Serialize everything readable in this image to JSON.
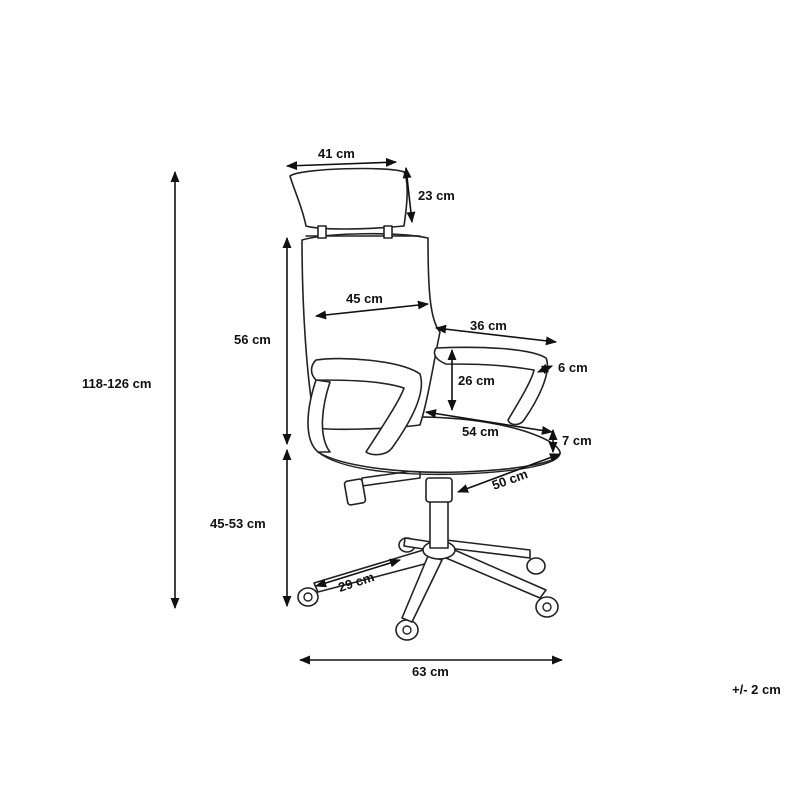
{
  "dimensions": {
    "headrest_width": "41 cm",
    "headrest_height": "23 cm",
    "total_height": "118-126 cm",
    "back_height": "56 cm",
    "back_width": "45 cm",
    "armrest_length": "36 cm",
    "armrest_height": "26 cm",
    "armrest_width": "6 cm",
    "seat_width": "54 cm",
    "seat_thickness": "7 cm",
    "seat_depth": "50 cm",
    "seat_height": "45-53 cm",
    "leg_length": "29 cm",
    "base_width": "63 cm"
  },
  "tolerance": "+/- 2 cm"
}
